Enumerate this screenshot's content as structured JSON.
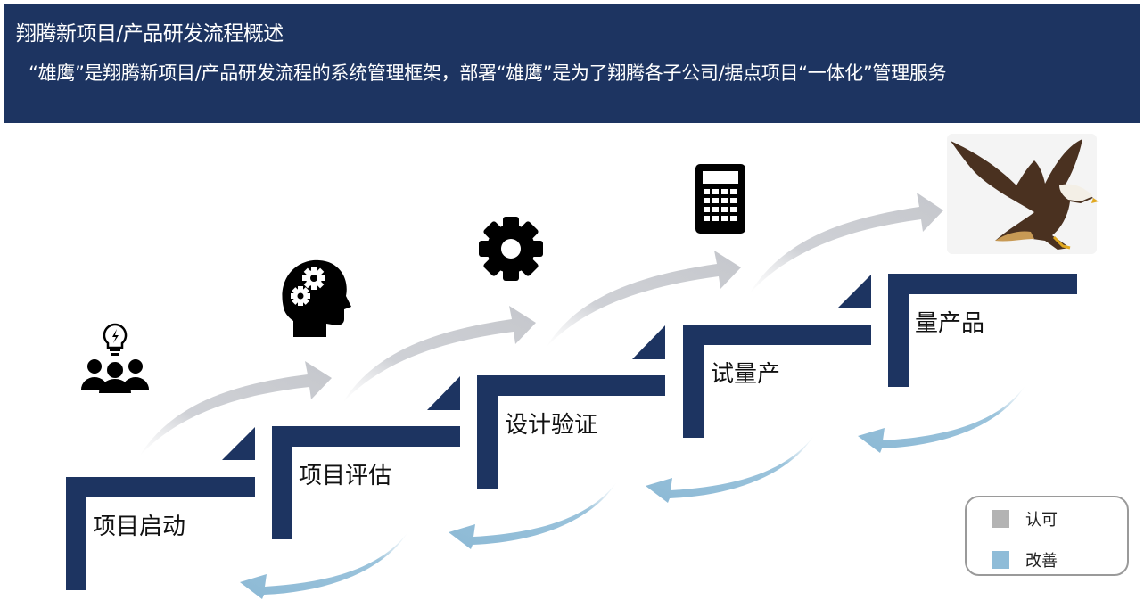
{
  "header": {
    "title": "翔腾新项目/产品研发流程概述",
    "subtitle": "“雄鹰”是翔腾新项目/产品研发流程的系统管理框架，部署“雄鹰”是为了翔腾各子公司/据点项目“一体化”管理服务"
  },
  "steps": [
    {
      "label": "项目启动",
      "icon": "team-idea-icon"
    },
    {
      "label": "项目评估",
      "icon": "head-gears-icon"
    },
    {
      "label": "设计验证",
      "icon": "gear-icon"
    },
    {
      "label": "试量产",
      "icon": "calculator-icon"
    },
    {
      "label": "量产品",
      "icon": "eagle-image"
    }
  ],
  "legend": {
    "approve_label": "认可",
    "improve_label": "改善",
    "approve_color": "#b3b3b3",
    "improve_color": "#8fbcd8"
  },
  "colors": {
    "navy": "#1d3461",
    "forward_arrow": "#cfd1d6",
    "back_arrow": "#8fbcd8"
  }
}
